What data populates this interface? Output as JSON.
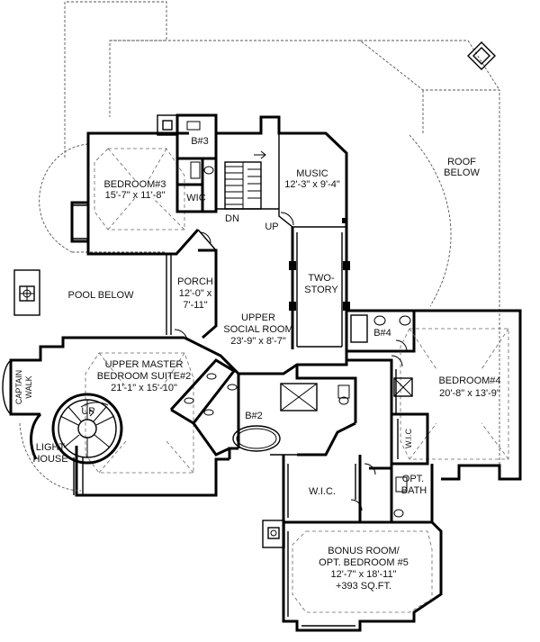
{
  "plan": {
    "rooms": {
      "bedroom3": {
        "name": "BEDROOM#3",
        "dims": "15'-7\" x 11'-8\""
      },
      "bath3": {
        "name": "B#3"
      },
      "wic_small": {
        "name": "WIC"
      },
      "dn": {
        "name": "DN"
      },
      "up_stair": {
        "name": "UP"
      },
      "music": {
        "name": "MUSIC",
        "dims": "12'-3\" x 9'-4\""
      },
      "roof_below": {
        "line1": "ROOF",
        "line2": "BELOW"
      },
      "pool_below": {
        "name": "POOL BELOW"
      },
      "porch": {
        "name": "PORCH",
        "dims1": "12'-0\" x",
        "dims2": "7'-11\""
      },
      "two_story": {
        "line1": "TWO-",
        "line2": "STORY"
      },
      "social": {
        "line1": "UPPER",
        "line2": "SOCIAL ROOM",
        "dims": "23'-9\" x 8'-7\""
      },
      "bath4": {
        "name": "B#4"
      },
      "bedroom4": {
        "name": "BEDROOM#4",
        "dims": "20'-8\" x 13'-9\""
      },
      "master": {
        "line1": "UPPER MASTER",
        "line2": "BEDROOM SUITE#2",
        "dims": "21'-1\" x 15'-10\""
      },
      "captain": {
        "line1": "CAPTAIN",
        "line2": "WALK"
      },
      "up_spiral": {
        "name": "UP"
      },
      "lighthouse": {
        "line1": "LIGHT",
        "line2": "HOUSE"
      },
      "bath2": {
        "name": "B#2"
      },
      "wic_master": {
        "name": "W.I.C."
      },
      "wic4": {
        "name": "W.I.C"
      },
      "opt_bath": {
        "line1": "OPT.",
        "line2": "BATH"
      },
      "bonus": {
        "line1": "BONUS ROOM/",
        "line2": "OPT. BEDROOM #5",
        "dims": "12'-7\" x 18'-11\"",
        "sqft": "+393 SQ.FT."
      }
    }
  }
}
